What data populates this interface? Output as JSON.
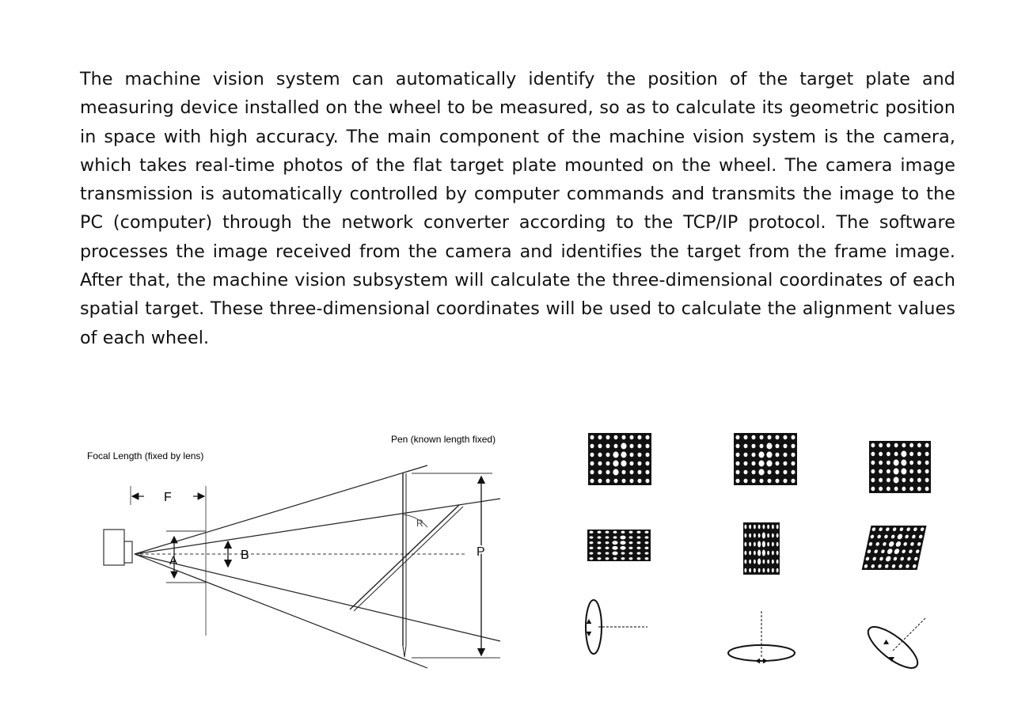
{
  "paragraph": "The machine vision system can automatically identify the position of the target plate and measuring device installed on the wheel to be measured, so as to calculate its geometric position in space with high accuracy.  The main component of the machine vision system is the camera, which takes real-time photos of the flat target plate mounted on the wheel.  The camera image transmission is automatically controlled by computer commands and transmits the image to the PC (computer) through the network converter according to the TCP/IP protocol.  The software processes the image received from the camera and identifies the target from the frame image.  After that, the machine vision subsystem will calculate the three-dimensional coordinates of each spatial target.  These three-dimensional coordinates will be used to calculate the alignment values of each wheel.",
  "optics_diagram": {
    "label_focal_length": "Focal Length (fixed by lens)",
    "label_pen": "Pen (known length fixed)",
    "label_F": "F",
    "label_A": "A",
    "label_B": "B",
    "label_R": "R",
    "label_P": "P"
  },
  "targets_diagram": {
    "rows": 3,
    "cols": 3
  },
  "colors": {
    "ink": "#111111",
    "background": "#ffffff",
    "gray": "#888888"
  }
}
